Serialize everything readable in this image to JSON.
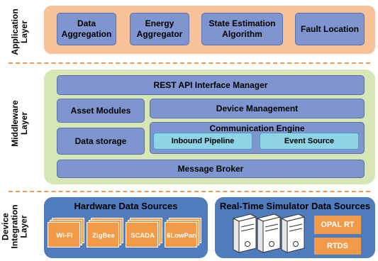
{
  "layers": {
    "application": "Application Layer",
    "middleware": "Middleware Layer",
    "device_integration": "Device Integration Layer"
  },
  "application": {
    "boxes": [
      "Data Aggregation",
      "Energy Aggregator",
      "State Estimation Algorithm",
      "Fault Location"
    ]
  },
  "middleware": {
    "rest_api": "REST API Interface Manager",
    "asset_modules": "Asset Modules",
    "device_management": "Device Management",
    "data_storage": "Data storage",
    "communication_engine": "Communication Engine",
    "inbound_pipeline": "Inbound Pipeline",
    "event_source": "Event Source",
    "message_broker": "Message Broker"
  },
  "device": {
    "hardware_title": "Hardware Data Sources",
    "hardware_items": [
      "Wi-Fi",
      "ZigBee",
      "SCADA",
      "6LowPan"
    ],
    "simulator_title": "Real-Time Simulator Data Sources",
    "simulator_items": [
      "OPAL RT",
      "RTDS"
    ]
  },
  "colors": {
    "app_panel": "#f7c29a",
    "middleware_panel": "#d6e6b5",
    "device_panel": "#4f7cbd",
    "blue_box": "#7f95cf",
    "cyan_box": "#8ed3e6",
    "orange": "#f39a49",
    "dash": "#ee9a56"
  }
}
